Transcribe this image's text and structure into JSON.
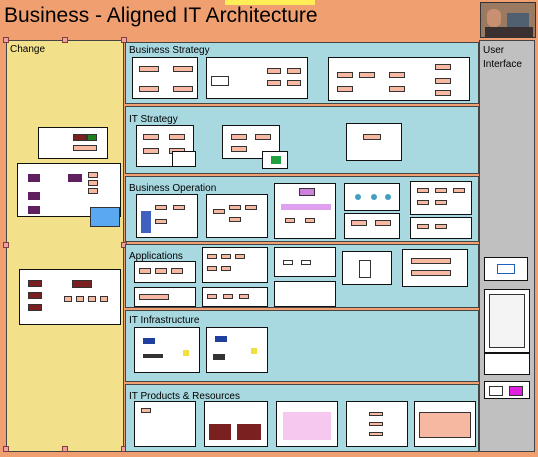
{
  "title": "Business - Aligned  IT Architecture",
  "sections": {
    "change": "Change",
    "user_interface_line1": "User",
    "user_interface_line2": "Interface",
    "business_strategy": "Business Strategy",
    "it_strategy": "IT Strategy",
    "business_operation": "Business Operation",
    "applications": "Applications",
    "it_infrastructure": "IT Infrastructure",
    "it_products": "IT Products & Resources"
  },
  "colors": {
    "background": "#f0a070",
    "change_panel": "#f2e08a",
    "user_interface_panel": "#c0c0c0",
    "layer_band": "#a8d8e0",
    "highlight_blue": "#5aa8f0"
  },
  "icons": [
    "photo-thumbnail-icon",
    "selection-handle-icon"
  ]
}
